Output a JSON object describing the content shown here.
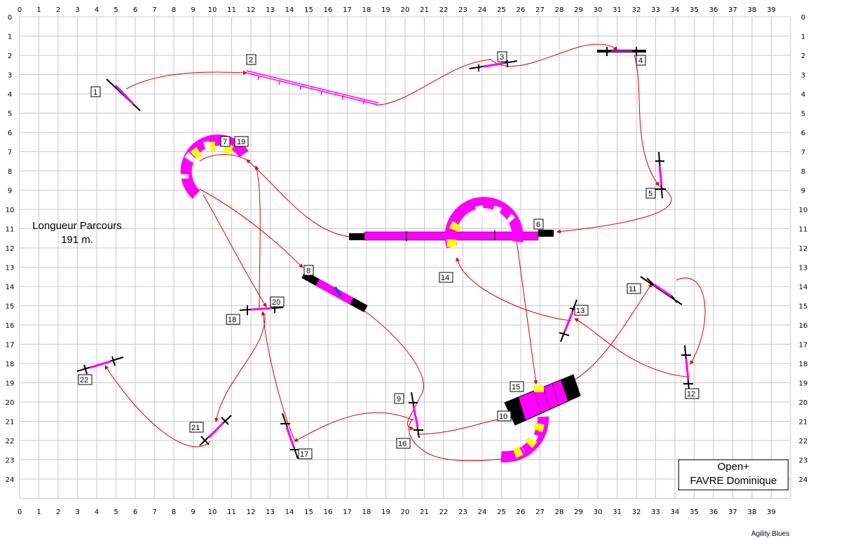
{
  "grid": {
    "x_labels": [
      "0",
      "1",
      "2",
      "3",
      "4",
      "5",
      "6",
      "7",
      "8",
      "9",
      "10",
      "11",
      "12",
      "13",
      "14",
      "15",
      "16",
      "17",
      "18",
      "19",
      "20",
      "21",
      "22",
      "23",
      "24",
      "25",
      "26",
      "27",
      "28",
      "29",
      "30",
      "31",
      "32",
      "33",
      "34",
      "35",
      "36",
      "37",
      "38",
      "39"
    ],
    "y_labels": [
      "0",
      "1",
      "2",
      "3",
      "4",
      "5",
      "6",
      "7",
      "8",
      "9",
      "10",
      "11",
      "12",
      "13",
      "14",
      "15",
      "16",
      "17",
      "18",
      "19",
      "20",
      "21",
      "22",
      "23",
      "24"
    ]
  },
  "course_length": {
    "title": "Longueur Parcours",
    "value": "191 m."
  },
  "class_info": {
    "category": "Open+",
    "judge": "FAVRE Dominique"
  },
  "footer": "Agility Blues",
  "colors": {
    "path": "#e00000",
    "obstacle": "#ff00ff",
    "tire": "#ffff00",
    "black": "#000000",
    "grid": "#c8c8c8"
  },
  "numbers": {
    "n1": "1",
    "n2": "2",
    "n3": "3",
    "n4": "4",
    "n5": "5",
    "n6": "6",
    "n7": "7",
    "n8": "8",
    "n9": "9",
    "n10": "10",
    "n11": "11",
    "n12": "12",
    "n13": "13",
    "n14": "14",
    "n15": "15",
    "n16": "16",
    "n17": "17",
    "n18": "18",
    "n19": "19",
    "n20": "20",
    "n21": "21",
    "n22": "22"
  }
}
